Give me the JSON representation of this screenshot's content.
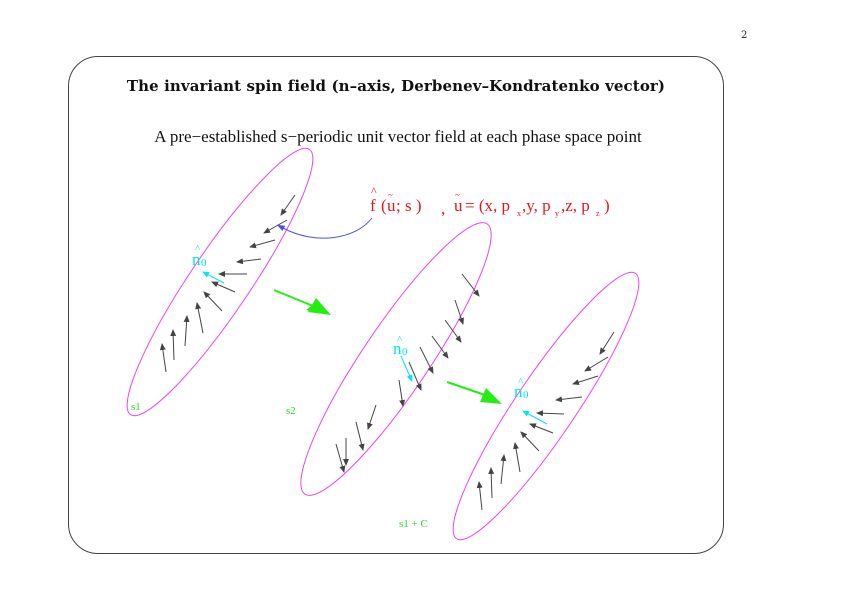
{
  "page": {
    "number": "2"
  },
  "slide": {
    "title": "The invariant spin field (n–axis, Derbenev–Kondratenko vector)",
    "subtitle": "A pre−established s−periodic unit vector field at each phase space point"
  },
  "formula": {
    "f_hat": "f",
    "hat": "^",
    "open_paren": "(",
    "u_vec": "u",
    "arg_sep": " ; s )",
    "comma": ",",
    "u_vec2": "u",
    "equals": "= (x, p",
    "px_sub": "x",
    "y_part": ",y, p",
    "py_sub": "y",
    "z_part": ",z, p",
    "pz_sub": "z",
    "close": ")",
    "color": "#e8161b"
  },
  "labels": {
    "n0_main": "n",
    "n0_sub": "0",
    "n0_hat": "^",
    "s1": "s1",
    "s2": "s2",
    "s1_plus_C": "s1 + C"
  },
  "colors": {
    "ellipse": "#ee44ee",
    "arrow": "#444444",
    "n0": "#00e5f0",
    "transition_arrow": "#22ee11",
    "curved_pointer": "#4c52e8",
    "label_green": "#22dd22"
  }
}
